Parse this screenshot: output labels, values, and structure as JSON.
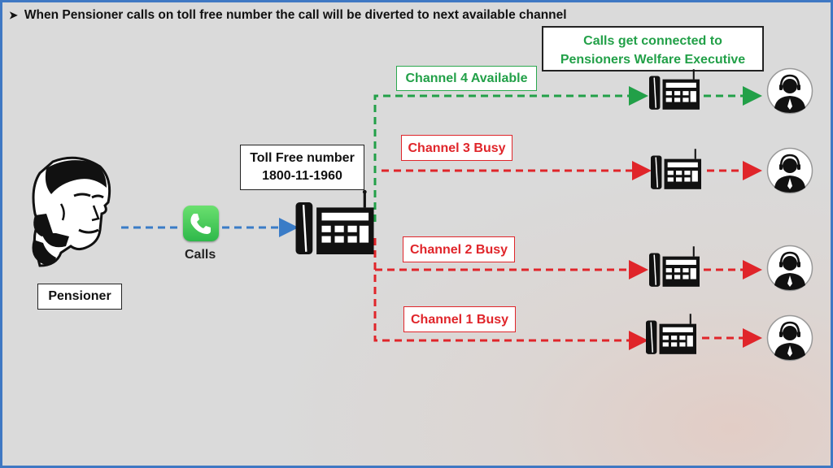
{
  "heading": "When Pensioner calls on toll free number the call will be diverted to next available channel",
  "bullet_icon": "arrow-bullet-icon",
  "connected_note": {
    "line1": "Calls get connected to",
    "line2": "Pensioners Welfare Executive"
  },
  "toll_free": {
    "line1": "Toll Free number",
    "line2": "1800-11-1960"
  },
  "pensioner_label": "Pensioner",
  "calls_label": "Calls",
  "channels": [
    {
      "label": "Channel 4 Available",
      "status": "available"
    },
    {
      "label": "Channel 3 Busy",
      "status": "busy"
    },
    {
      "label": "Channel 2 Busy",
      "status": "busy"
    },
    {
      "label": "Channel 1 Busy",
      "status": "busy"
    }
  ],
  "colors": {
    "available": "#22a048",
    "busy": "#e0252a",
    "incoming": "#3a7cc7",
    "border": "#3f78c3"
  }
}
